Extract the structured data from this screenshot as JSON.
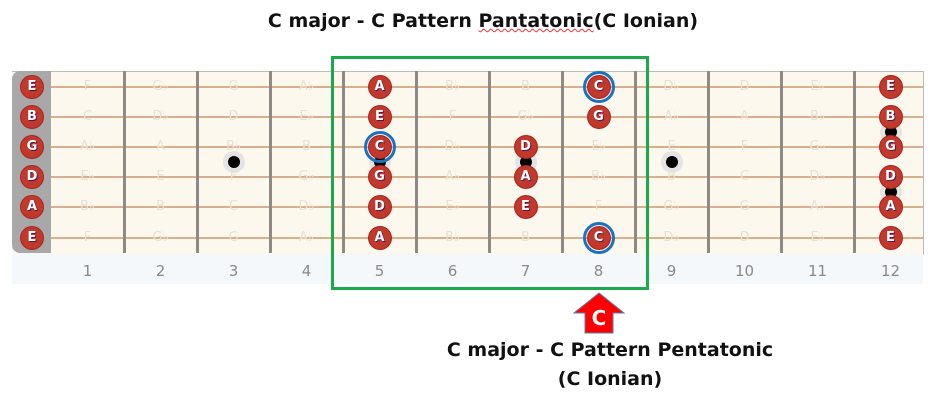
{
  "title": {
    "prefix": "C major - C Pattern ",
    "underlined": "Pantatonic",
    "suffix": "(C Ionian)"
  },
  "caption": {
    "line1": "C major - C Pattern Pentatonic",
    "line2": "(C Ionian)"
  },
  "arrow_label": "C",
  "colors": {
    "note": "#c0392b",
    "root_ring": "#1a73c0",
    "highlight_box": "#1aa94b",
    "arrow": "#ff0000"
  },
  "fret_numbers": [
    "1",
    "2",
    "3",
    "4",
    "5",
    "6",
    "7",
    "8",
    "9",
    "10",
    "11",
    "12"
  ],
  "inlays": [
    {
      "fret": 3,
      "count": 1
    },
    {
      "fret": 5,
      "count": 1
    },
    {
      "fret": 7,
      "count": 1
    },
    {
      "fret": 9,
      "count": 1
    },
    {
      "fret": 12,
      "count": 2
    }
  ],
  "strings": [
    {
      "name": "E",
      "notes": [
        "E",
        "F",
        "G♭",
        "G",
        "A♭",
        "A",
        "B♭",
        "B",
        "C",
        "D♭",
        "D",
        "E♭",
        "E"
      ],
      "scale_frets": [
        0,
        5,
        8,
        12
      ],
      "root_frets": [
        8
      ]
    },
    {
      "name": "B",
      "notes": [
        "B",
        "C",
        "D♭",
        "D",
        "E♭",
        "E",
        "F",
        "G♭",
        "G",
        "A♭",
        "A",
        "B♭",
        "B"
      ],
      "scale_frets": [
        0,
        5,
        8,
        12
      ],
      "root_frets": []
    },
    {
      "name": "G",
      "notes": [
        "G",
        "A♭",
        "A",
        "B♭",
        "B",
        "C",
        "D♭",
        "D",
        "E♭",
        "E",
        "F",
        "G♭",
        "G"
      ],
      "scale_frets": [
        0,
        5,
        7,
        12
      ],
      "root_frets": [
        5
      ]
    },
    {
      "name": "D",
      "notes": [
        "D",
        "E♭",
        "E",
        "F",
        "G♭",
        "G",
        "A♭",
        "A",
        "B♭",
        "B",
        "C",
        "D♭",
        "D"
      ],
      "scale_frets": [
        0,
        5,
        7,
        12
      ],
      "root_frets": []
    },
    {
      "name": "A",
      "notes": [
        "A",
        "B♭",
        "B",
        "C",
        "D♭",
        "D",
        "E♭",
        "E",
        "F",
        "G♭",
        "G",
        "A♭",
        "A"
      ],
      "scale_frets": [
        0,
        5,
        7,
        12
      ],
      "root_frets": []
    },
    {
      "name": "E",
      "notes": [
        "E",
        "F",
        "G♭",
        "G",
        "A♭",
        "A",
        "B♭",
        "B",
        "C",
        "D♭",
        "D",
        "E♭",
        "E"
      ],
      "scale_frets": [
        0,
        5,
        8,
        12
      ],
      "root_frets": [
        8
      ]
    }
  ]
}
